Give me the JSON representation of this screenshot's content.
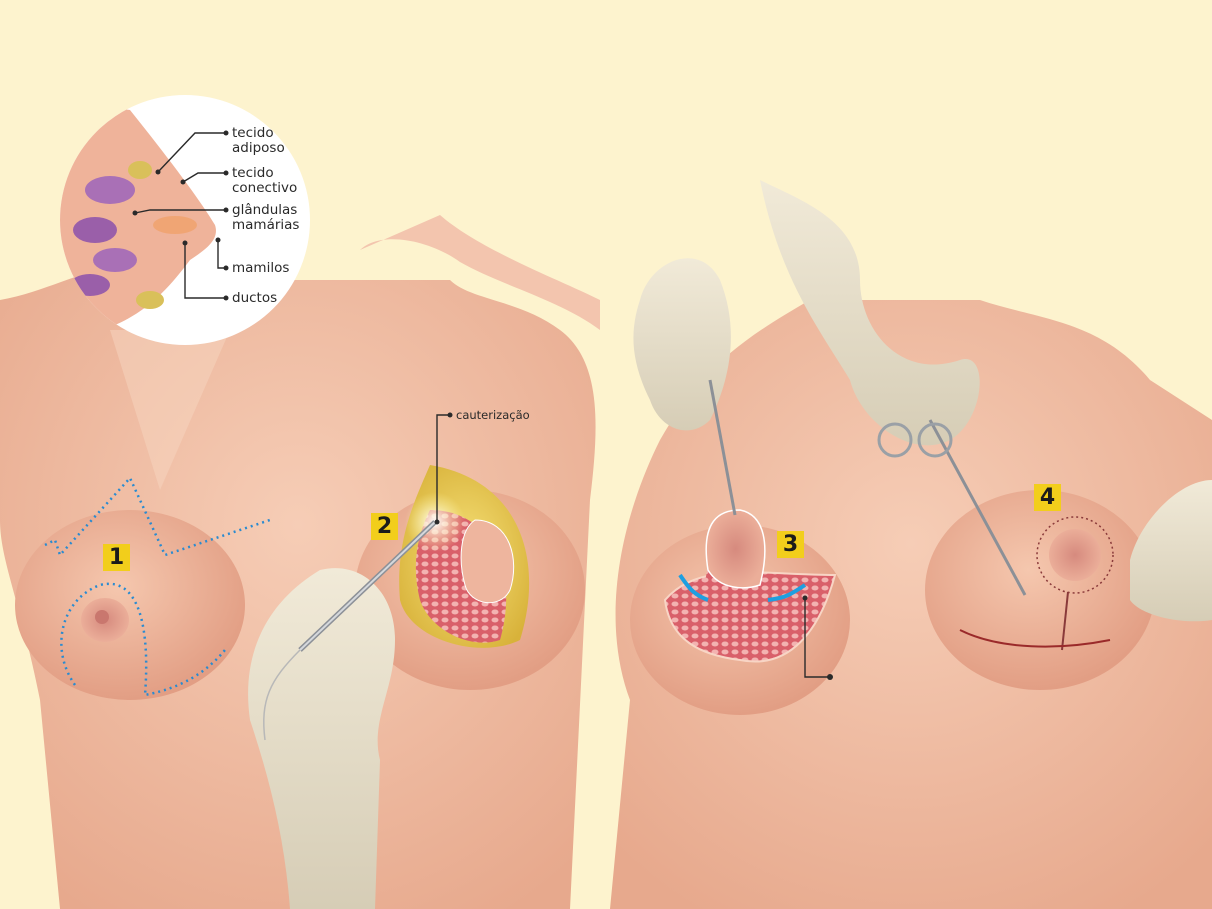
{
  "figure": {
    "background_color": "#FDF3CE",
    "skin_color": "#F0BDA3",
    "badge_color": "#F2CE1B",
    "arrow_color": "#1E9FE0",
    "dotted_line_color": "#2A8BD0"
  },
  "inset_anatomy": {
    "labels": [
      {
        "id": "adipose",
        "text": "tecido\nadiposo"
      },
      {
        "id": "connective",
        "text": "tecido\nconectivo"
      },
      {
        "id": "glands",
        "text": "glândulas\nmamárias"
      },
      {
        "id": "nipples",
        "text": "mamilos"
      },
      {
        "id": "ducts",
        "text": "ductos"
      }
    ]
  },
  "steps": [
    {
      "number": "1"
    },
    {
      "number": "2",
      "callout": "cauterização"
    },
    {
      "number": "3"
    },
    {
      "number": "4"
    }
  ]
}
